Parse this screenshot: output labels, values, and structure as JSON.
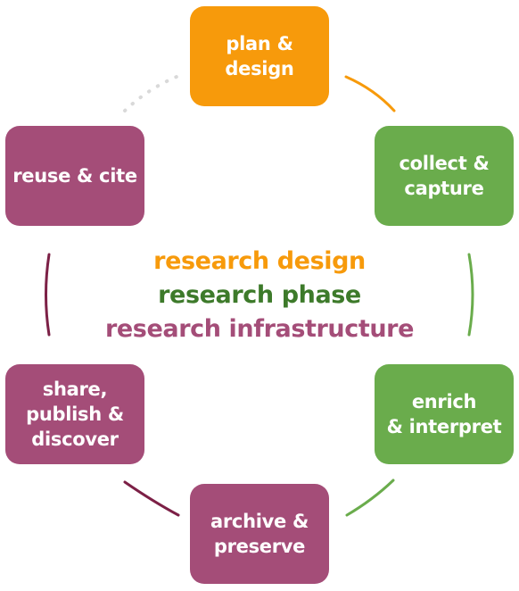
{
  "colors": {
    "design": "#f79a0b",
    "phase": "#6aac4c",
    "phase_text": "#3d7a2a",
    "infrastructure": "#a44d78",
    "infrastructure_line": "#7c2046",
    "dots": "#d9d9d9"
  },
  "cycle": [
    {
      "id": "plan",
      "label": "plan &\ndesign",
      "category": "design"
    },
    {
      "id": "collect",
      "label": "collect &\ncapture",
      "category": "phase"
    },
    {
      "id": "enrich",
      "label": "enrich\n& interpret",
      "category": "phase"
    },
    {
      "id": "archive",
      "label": "archive &\npreserve",
      "category": "infrastructure"
    },
    {
      "id": "share",
      "label": "share,\npublish &\ndiscover",
      "category": "infrastructure"
    },
    {
      "id": "reuse",
      "label": "reuse & cite",
      "category": "infrastructure"
    }
  ],
  "legend": {
    "design": "research design",
    "phase": "research phase",
    "infrastructure": "research infrastructure"
  }
}
